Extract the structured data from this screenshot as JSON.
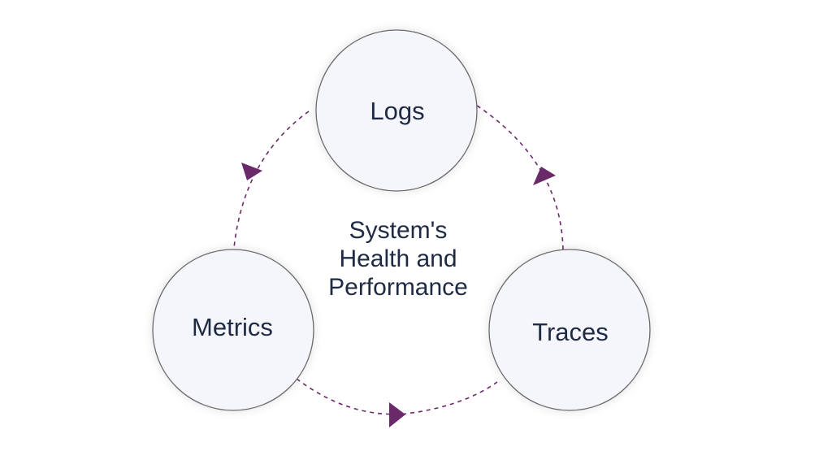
{
  "diagram": {
    "nodes": {
      "logs": {
        "label": "Logs"
      },
      "metrics": {
        "label": "Metrics"
      },
      "traces": {
        "label": "Traces"
      }
    },
    "center": {
      "lines": [
        "System's",
        "Health and",
        "Performance"
      ]
    },
    "colors": {
      "circle_fill": "#f5f6fb",
      "circle_stroke": "#6b6b6b",
      "arrow": "#6a2a6a",
      "text": "#1f2a44"
    }
  }
}
